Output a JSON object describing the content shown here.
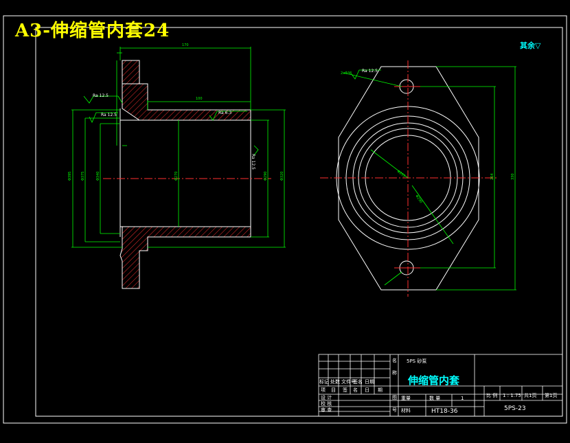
{
  "drawing_title": "A3-伸缩管内套24",
  "roughness_note": "其余",
  "roughness": {
    "r1": "Ra 12.5",
    "r2": "Ra 12.5",
    "r3": "Ra 6.3",
    "r4": "Ra 12.5",
    "r5": "Ra 12.5"
  },
  "title_block": {
    "project": "5PS 砂泵",
    "part_name": "伸缩管内套",
    "scale_label": "比 例",
    "scale_value": "1 : 1.75",
    "sheet_total": "共1页",
    "sheet_no": "第1页",
    "weight_label": "重量",
    "quantity_label": "数 量",
    "quantity_value": "1",
    "material_label": "材料",
    "material_value": "HT18-36",
    "drawing_code": "5PS-23",
    "side_labels": [
      "名",
      "称",
      "图",
      "号"
    ],
    "rev_headers": [
      "标记",
      "处数",
      "文件号",
      "签名",
      "日期"
    ],
    "item_row": [
      "项",
      "目",
      "签",
      "名",
      "日",
      "期"
    ],
    "roles": [
      "设 计",
      "校 核",
      "审 查"
    ]
  }
}
